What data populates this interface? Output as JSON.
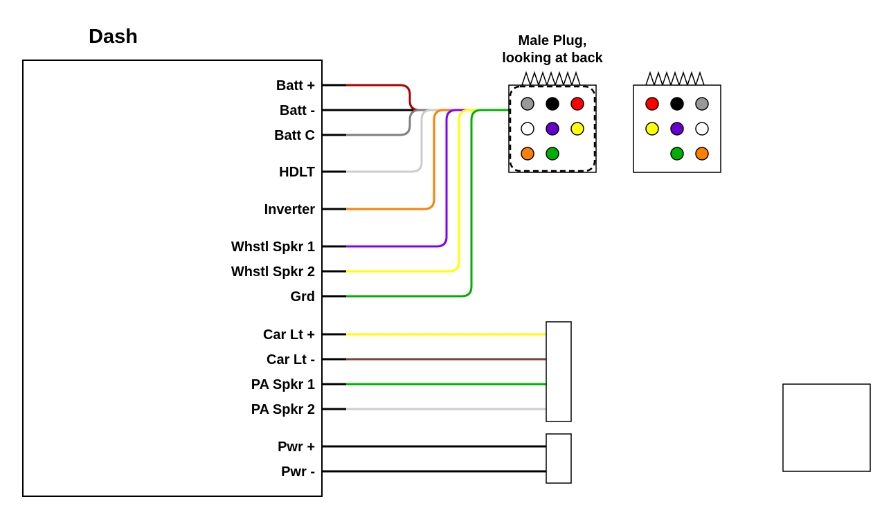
{
  "dash": {
    "title": "Dash"
  },
  "pins": [
    {
      "id": "batt-plus",
      "label": "Batt +",
      "color": "#b00000"
    },
    {
      "id": "batt-minus",
      "label": "Batt -",
      "color": "#000000"
    },
    {
      "id": "batt-c",
      "label": "Batt C",
      "color": "#7f7f7f"
    },
    {
      "id": "hdlt",
      "label": "HDLT",
      "color": "#cccccc"
    },
    {
      "id": "inverter",
      "label": "Inverter",
      "color": "#ff8000"
    },
    {
      "id": "whstl-spkr-1",
      "label": "Whstl Spkr 1",
      "color": "#7f00ff"
    },
    {
      "id": "whstl-spkr-2",
      "label": "Whstl Spkr 2",
      "color": "#ffff00"
    },
    {
      "id": "grd",
      "label": "Grd",
      "color": "#00b000"
    },
    {
      "id": "car-lt-plus",
      "label": "Car Lt +",
      "color": "#ffff00"
    },
    {
      "id": "car-lt-minus",
      "label": "Car Lt -",
      "color": "#7f4040"
    },
    {
      "id": "pa-spkr-1",
      "label": "PA Spkr 1",
      "color": "#00b000"
    },
    {
      "id": "pa-spkr-2",
      "label": "PA Spkr 2",
      "color": "#cccccc"
    },
    {
      "id": "pwr-plus",
      "label": "Pwr +",
      "color": "#000000"
    },
    {
      "id": "pwr-minus",
      "label": "Pwr -",
      "color": "#000000"
    }
  ],
  "male_plug": {
    "caption_line1": "Male Plug,",
    "caption_line2": "looking at back",
    "pins": [
      "#999999",
      "#000000",
      "#ff0000",
      "#ffffff",
      "#6600cc",
      "#ffff00",
      "#ff8000",
      "#00b000",
      null
    ]
  },
  "female_plug": {
    "pins": [
      "#ff0000",
      "#000000",
      "#999999",
      "#ffff00",
      "#6600cc",
      "#ffffff",
      null,
      "#00b000",
      "#ff8000"
    ]
  }
}
